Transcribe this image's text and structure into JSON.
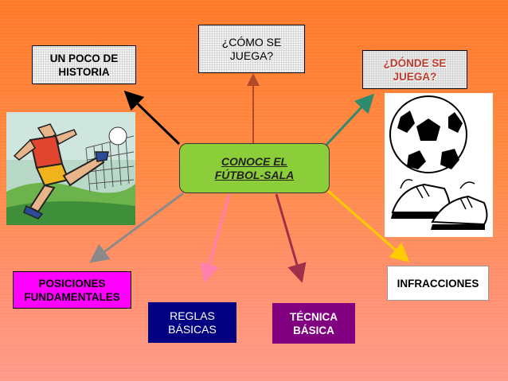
{
  "nodes": {
    "center": "CONOCE EL\nFÚTBOL-SALA",
    "historia": "UN POCO DE\nHISTORIA",
    "como_se_juega": "¿CÓMO SE\nJUEGA?",
    "donde_se_juega": "¿DÓNDE SE\nJUEGA?",
    "posiciones": "POSICIONES\nFUNDAMENTALES",
    "reglas": "REGLAS\nBÁSICAS",
    "tecnica": "TÉCNICA\nBÁSICA",
    "infracciones": "INFRACCIONES"
  },
  "arrow_colors": {
    "historia": "#000000",
    "como_se_juega": "#b04a2a",
    "donde_se_juega": "#2e8b6e",
    "posiciones": "#8a8a8a",
    "reglas": "#ff7fb0",
    "tecnica": "#a0304a",
    "infracciones": "#ffcc00"
  },
  "images": {
    "left": "player-kicking-ball-illustration",
    "right": "soccer-ball-and-boots-illustration"
  }
}
